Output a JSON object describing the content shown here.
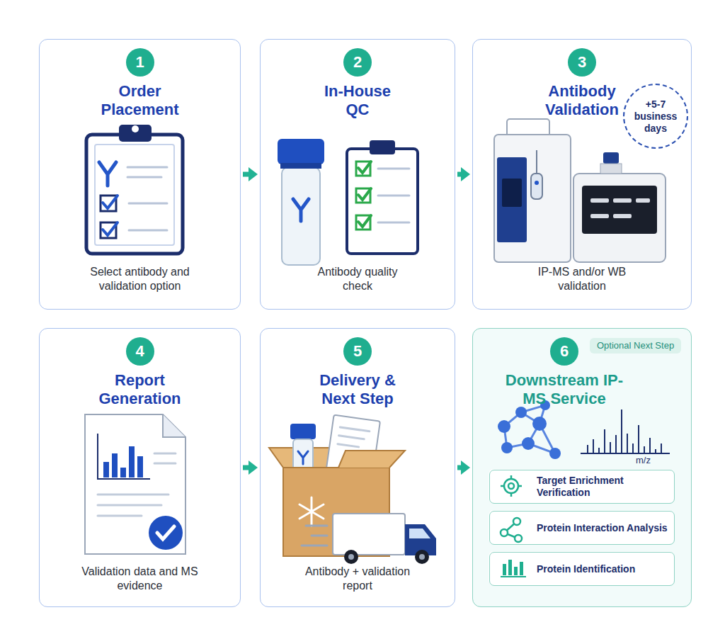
{
  "diagram": {
    "nodes": [
      {
        "text": [
          "1",
          "Order Placement",
          "Select antibody and validation option"
        ]
      },
      {
        "text": [
          "2",
          "In-House QC",
          "Antibody quality check"
        ]
      },
      {
        "text": [
          "3",
          "Antibody Validation",
          "IP-MS and/or WB validation"
        ]
      },
      {
        "text": [
          "+5-7 business days"
        ],
        "in": 2
      },
      {
        "text": [
          "4",
          "Report Generation",
          "Validation data and MS evidence"
        ]
      },
      {
        "text": [
          "5",
          "Delivery & Next Step",
          "Antibody + validation report"
        ]
      },
      {
        "text": [
          "6",
          "Downstream IP-MS Service"
        ]
      },
      {
        "text": [
          "Optional Next Step"
        ],
        "in": 6
      },
      {
        "text": [
          "Target Enrichment Verification"
        ],
        "in": 6
      },
      {
        "text": [
          "Protein Interaction Analysis"
        ],
        "in": 6
      },
      {
        "text": [
          "Protein Identification"
        ],
        "in": 6
      }
    ],
    "edges": [
      {
        "from": 0,
        "to": 1,
        "arrow": "to"
      },
      {
        "from": 1,
        "to": 2,
        "arrow": "to"
      },
      {
        "from": 4,
        "to": 5,
        "arrow": "to"
      },
      {
        "from": 5,
        "to": 6,
        "arrow": "to"
      }
    ],
    "labels": [
      "m/z"
    ]
  }
}
